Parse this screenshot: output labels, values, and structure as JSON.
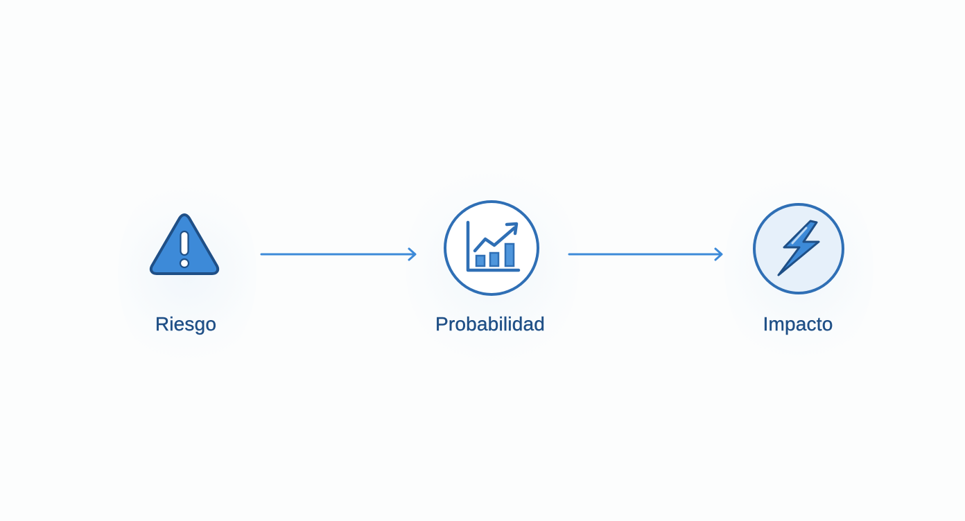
{
  "diagram": {
    "nodes": [
      {
        "id": "riesgo",
        "label": "Riesgo",
        "icon": "warning-triangle-icon"
      },
      {
        "id": "probabilidad",
        "label": "Probabilidad",
        "icon": "growth-chart-icon"
      },
      {
        "id": "impacto",
        "label": "Impacto",
        "icon": "lightning-bolt-icon"
      }
    ],
    "edges": [
      {
        "from": "riesgo",
        "to": "probabilidad"
      },
      {
        "from": "probabilidad",
        "to": "impacto"
      }
    ],
    "colors": {
      "primary_blue": "#3d8ad8",
      "dark_blue": "#1f4f86",
      "outline_blue": "#2f6fb5",
      "circle_fill": "#ffffff",
      "impact_circle_fill": "#e6f0fa"
    }
  }
}
